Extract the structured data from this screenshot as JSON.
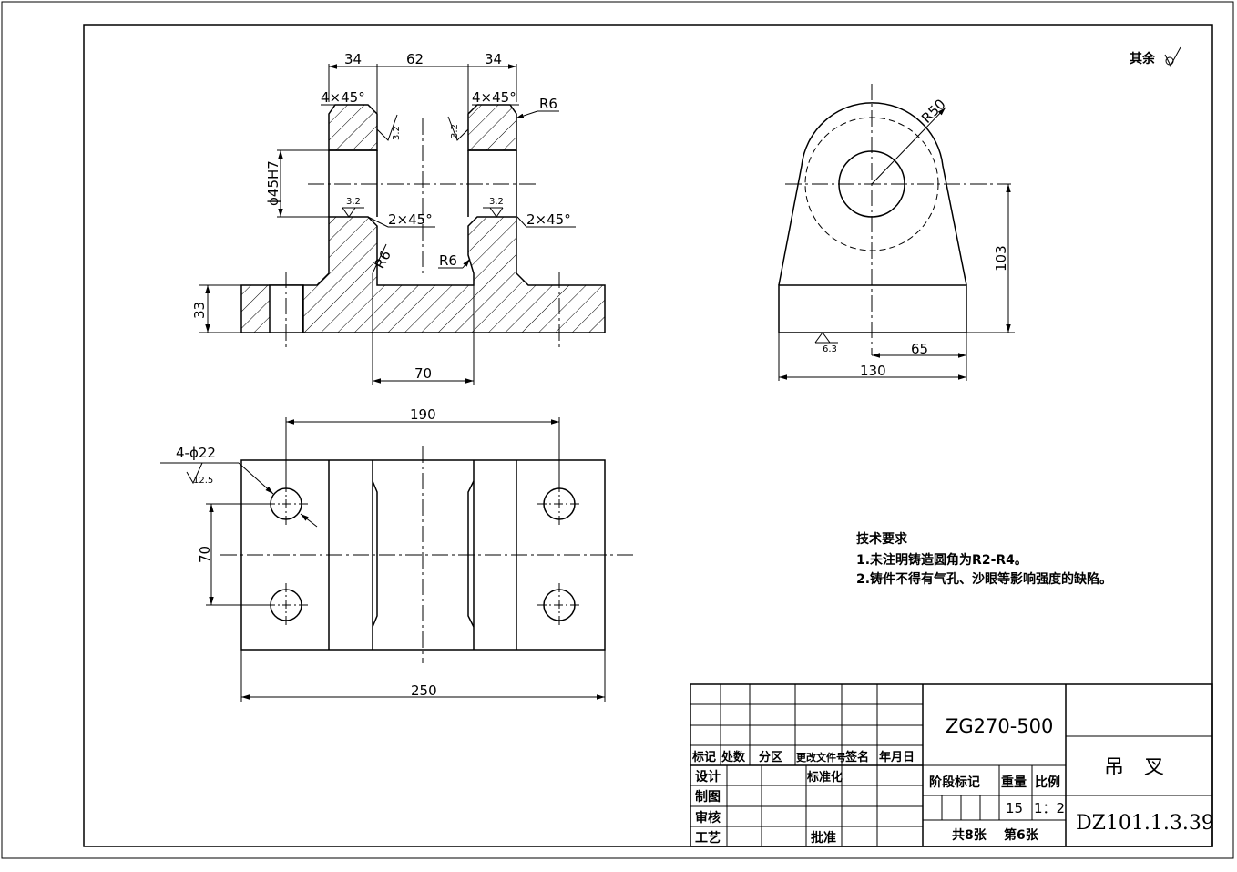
{
  "surface_note": "其余",
  "front_view": {
    "dims": {
      "w_left": "34",
      "w_mid": "62",
      "w_right": "34",
      "chamfer_top_left": "4×45°",
      "chamfer_top_right": "4×45°",
      "radius_top": "R6",
      "bore": "ϕ45H7",
      "chamfer_mid_left": "2×45°",
      "chamfer_mid_right": "2×45°",
      "radius_low_left": "R6",
      "radius_low_right": "R6",
      "height_base": "33",
      "width_base_slot": "70"
    },
    "roughness": [
      "3.2",
      "3.2",
      "3.2",
      "3.2"
    ]
  },
  "side_view": {
    "dims": {
      "radius": "R50",
      "height": "103",
      "half_width": "65",
      "width": "130"
    },
    "roughness": "6.3"
  },
  "top_view": {
    "dims": {
      "hole_spacing_x": "190",
      "holes": "4-ϕ22",
      "hole_spacing_y": "70",
      "length": "250"
    },
    "roughness": "12.5"
  },
  "tech_requirements": {
    "title": "技术要求",
    "items": [
      "1.未注明铸造圆角为R2-R4。",
      "2.铸件不得有气孔、沙眼等影响强度的缺陷。"
    ]
  },
  "title_block": {
    "material": "ZG270-500",
    "part_name": "吊　叉",
    "drawing_number": "DZ101.1.3.39",
    "headers": [
      "标记",
      "处数",
      "分区",
      "更改文件号",
      "签名",
      "年月日"
    ],
    "rows": [
      "设计",
      "制图",
      "审核",
      "工艺"
    ],
    "standardization": "标准化",
    "approve": "批准",
    "stage_mark": "阶段标记",
    "weight_label": "重量",
    "scale_label": "比例",
    "weight": "15",
    "scale": "1：2",
    "sheets_total": "共8张",
    "sheet_no": "第6张"
  }
}
